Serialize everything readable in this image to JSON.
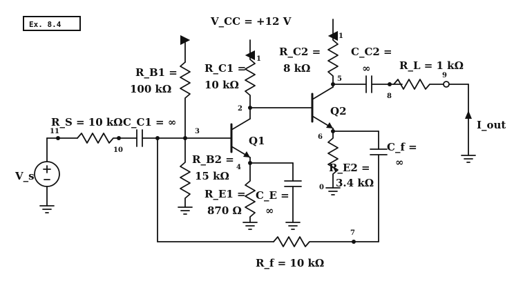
{
  "example_tag": "Ex. 8.4",
  "supply": "V_CC = +12 V",
  "labels": {
    "rs": "R_S = 10 kΩ",
    "cc1": "C_C1 = ∞",
    "rb1_name": "R_B1 =",
    "rb1_val": "100 kΩ",
    "rb2_name": "R_B2 =",
    "rb2_val": "15 kΩ",
    "rc1_name": "R_C1 =",
    "rc1_val": "10 kΩ",
    "re1_name": "R_E1 =",
    "re1_val": "870 Ω",
    "ce_name": "C_E =",
    "ce_val": "∞",
    "rc2_name": "R_C2 =",
    "rc2_val": "8 kΩ",
    "cc2_name": "C_C2 =",
    "cc2_val": "∞",
    "rl": "R_L = 1 kΩ",
    "re2_name": "R_E2 =",
    "re2_val": "3.4 kΩ",
    "cf_name": "C_f =",
    "cf_val": "∞",
    "rf": "R_f = 10 kΩ",
    "q1": "Q1",
    "q2": "Q2",
    "vs": "V_s",
    "iout": "I_out"
  },
  "nodes": {
    "n0": "0",
    "n1a": "1",
    "n1b": "1",
    "n2": "2",
    "n3": "3",
    "n4": "4",
    "n5": "5",
    "n6": "6",
    "n7": "7",
    "n8": "8",
    "n9": "9",
    "n10": "10",
    "n11": "11"
  }
}
